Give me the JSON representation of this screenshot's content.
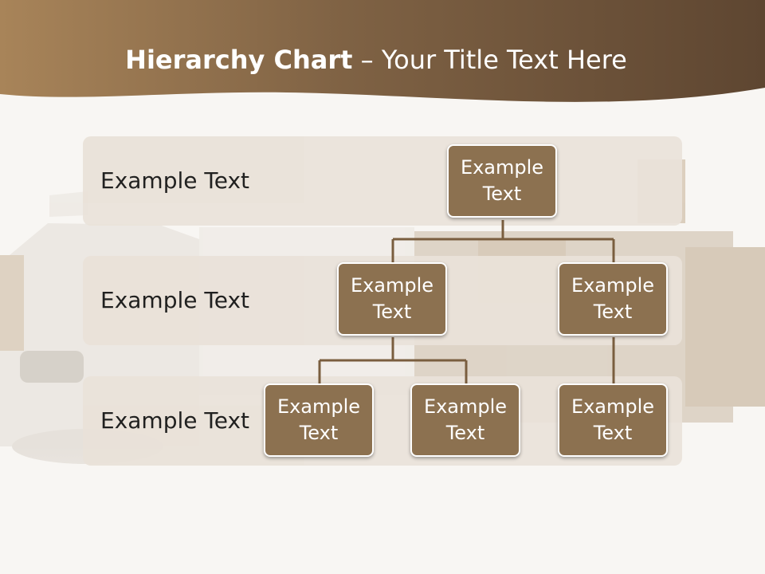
{
  "title": {
    "bold": "Hierarchy Chart",
    "rest": " – Your Title Text Here"
  },
  "bands": [
    {
      "label": "Example Text"
    },
    {
      "label": "Example Text"
    },
    {
      "label": "Example Text"
    }
  ],
  "nodes": {
    "root": "Example Text",
    "level2_left": "Example Text",
    "level2_right": "Example Text",
    "level3_a": "Example Text",
    "level3_b": "Example Text",
    "level3_c": "Example Text"
  },
  "colors": {
    "header": "#7d6143",
    "node": "#8c7150",
    "band": "#eae2d9",
    "connector": "#7a5e3f"
  }
}
